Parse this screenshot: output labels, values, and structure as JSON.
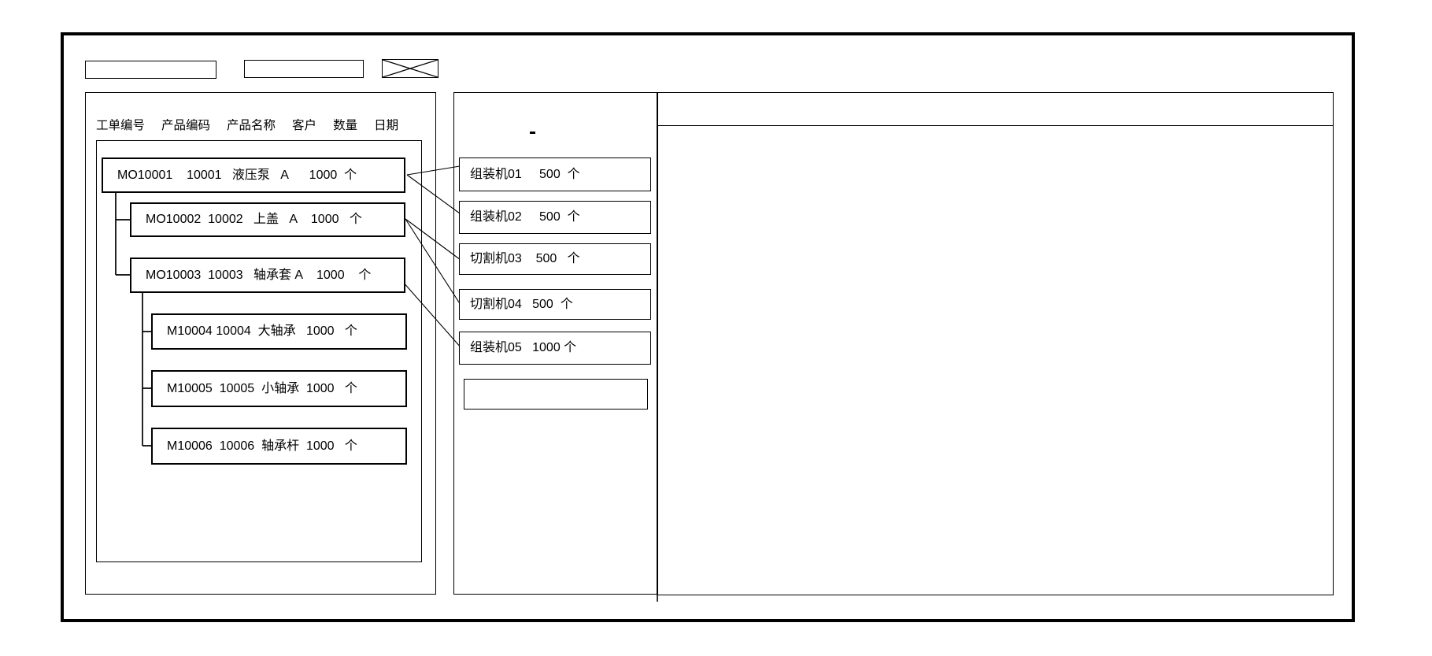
{
  "toolbar": {
    "field1_value": "",
    "field2_value": ""
  },
  "work_order_panel": {
    "columns": [
      "工单编号",
      "产品编码",
      "产品名称",
      "客户",
      "数量",
      "日期"
    ],
    "orders": [
      {
        "order_no": "MO10001",
        "product_code": "10001",
        "product_name": "液压泵",
        "customer": "A",
        "quantity": "1000",
        "unit": "个",
        "level": 0,
        "parent": "",
        "display": "MO10001    10001   液压泵   A      1000  个"
      },
      {
        "order_no": "MO10002",
        "product_code": "10002",
        "product_name": "上盖",
        "customer": "A",
        "quantity": "1000",
        "unit": "个",
        "level": 1,
        "parent": "MO10001",
        "display": "MO10002  10002   上盖   A    1000   个"
      },
      {
        "order_no": "MO10003",
        "product_code": "10003",
        "product_name": "轴承套",
        "customer": "A",
        "quantity": "1000",
        "unit": "个",
        "level": 1,
        "parent": "MO10001",
        "display": "MO10003  10003   轴承套 A    1000    个"
      },
      {
        "order_no": "M10004",
        "product_code": "10004",
        "product_name": "大轴承",
        "customer": "",
        "quantity": "1000",
        "unit": "个",
        "level": 2,
        "parent": "MO10003",
        "display": "M10004 10004  大轴承   1000   个"
      },
      {
        "order_no": "M10005",
        "product_code": "10005",
        "product_name": "小轴承",
        "customer": "",
        "quantity": "1000",
        "unit": "个",
        "level": 2,
        "parent": "MO10003",
        "display": "M10005  10005  小轴承  1000   个"
      },
      {
        "order_no": "M10006",
        "product_code": "10006",
        "product_name": "轴承杆",
        "customer": "",
        "quantity": "1000",
        "unit": "个",
        "level": 2,
        "parent": "MO10003",
        "display": "M10006  10006  轴承杆  1000   个"
      }
    ]
  },
  "machine_panel": {
    "note_mark": "-",
    "machines": [
      {
        "name": "组装机01",
        "quantity": "500",
        "unit": "个",
        "display": "组装机01     500  个"
      },
      {
        "name": "组装机02",
        "quantity": "500",
        "unit": "个",
        "display": "组装机02     500  个"
      },
      {
        "name": "切割机03",
        "quantity": "500",
        "unit": "个",
        "display": "切割机03    500   个"
      },
      {
        "name": "切割机04",
        "quantity": "500",
        "unit": "个",
        "display": "切割机04   500  个"
      },
      {
        "name": "组装机05",
        "quantity": "1000",
        "unit": "个",
        "display": "组装机05   1000 个"
      },
      {
        "name": "",
        "quantity": "",
        "unit": "",
        "display": ""
      }
    ],
    "assignments": [
      {
        "order": "MO10001",
        "machines": [
          "组装机01",
          "组装机02"
        ]
      },
      {
        "order": "MO10002",
        "machines": [
          "切割机03",
          "切割机04"
        ]
      },
      {
        "order": "MO10003",
        "machines": [
          "组装机05"
        ]
      }
    ]
  },
  "detail_panel": {
    "header_text": "",
    "body_text": ""
  }
}
